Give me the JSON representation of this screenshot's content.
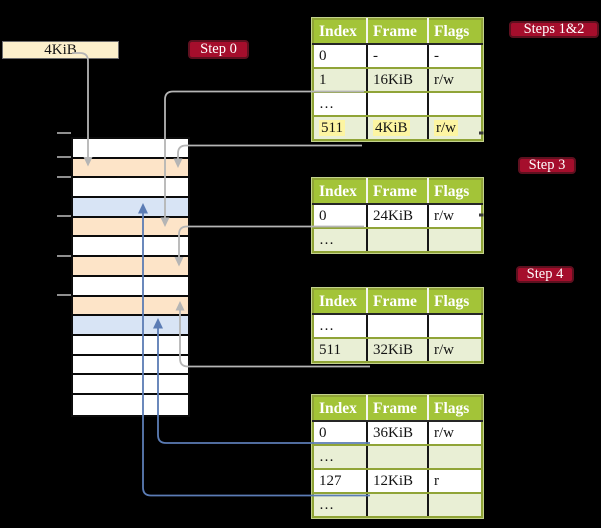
{
  "pointer_box": {
    "label": "4KiB"
  },
  "badges": {
    "step0": "Step 0",
    "steps12": "Steps 1&2",
    "step3": "Step 3",
    "step4": "Step 4"
  },
  "tables": {
    "headers": [
      "Index",
      "Frame",
      "Flags"
    ],
    "t1": {
      "rows": [
        [
          "0",
          "-",
          "-"
        ],
        [
          "1",
          "16KiB",
          "r/w"
        ],
        [
          "…",
          "",
          ""
        ],
        [
          "511",
          "4KiB",
          "r/w"
        ]
      ],
      "highlighted_row": "511"
    },
    "t2": {
      "rows": [
        [
          "0",
          "24KiB",
          "r/w"
        ],
        [
          "…",
          "",
          ""
        ]
      ]
    },
    "t3": {
      "rows": [
        [
          "…",
          "",
          ""
        ],
        [
          "511",
          "32KiB",
          "r/w"
        ]
      ]
    },
    "t4": {
      "rows": [
        [
          "0",
          "36KiB",
          "r/w"
        ],
        [
          "…",
          "",
          ""
        ],
        [
          "127",
          "12KiB",
          "r"
        ],
        [
          "…",
          "",
          ""
        ]
      ]
    }
  },
  "memory": {
    "rows": [
      "free",
      "pagetable",
      "free",
      "mapped",
      "pagetable",
      "free",
      "pagetable",
      "free",
      "pagetable",
      "mapped",
      "free",
      "free",
      "free",
      "free"
    ]
  },
  "connections": [
    {
      "from": "4KiB pointer box",
      "to": "memory frame at 4KiB",
      "color": "gray"
    },
    {
      "from": "table1 entry 1 (16KiB)",
      "to": "memory frame at 16KiB",
      "color": "gray"
    },
    {
      "from": "table1 entry 511 (4KiB)",
      "to": "memory frame at 4KiB",
      "color": "gray"
    },
    {
      "from": "table2 entry 0 (24KiB)",
      "to": "memory frame at 24KiB",
      "color": "gray"
    },
    {
      "from": "table3 entry 511 (32KiB)",
      "to": "memory frame at 32KiB",
      "color": "gray"
    },
    {
      "from": "table4 entry 0 (36KiB)",
      "to": "memory frame at 36KiB",
      "color": "blue"
    },
    {
      "from": "table4 entry 127 (12KiB)",
      "to": "memory frame at 12KiB",
      "color": "blue"
    }
  ],
  "colors": {
    "background": "#000000",
    "badge_red": "#a50e2c",
    "table_header_green": "#a3c438",
    "table_row_green": "#e9efd5",
    "table_border_olive": "#90a437",
    "frame_pagetable_peach": "#fde4c8",
    "frame_mapped_blue": "#d8e4f5",
    "pointer_box_wheat": "#fcf0cc",
    "highlight_yellow": "#fdf5a2",
    "connector_gray": "#b5b5b5",
    "connector_blue": "#5b7cb5"
  }
}
